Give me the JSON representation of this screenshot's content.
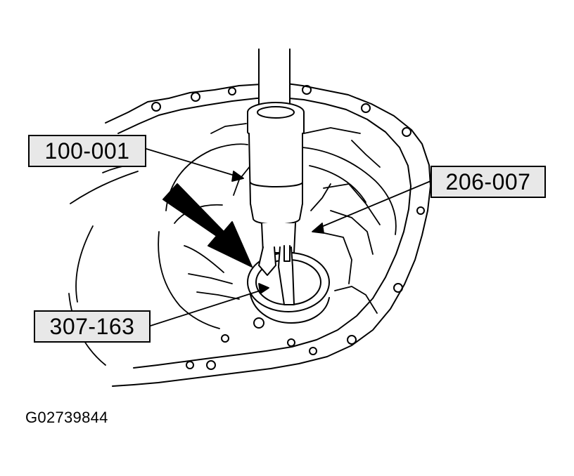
{
  "callouts": {
    "tool_a": "100-001",
    "tool_b": "206-007",
    "tool_c": "307-163"
  },
  "figure_code": "G02739844",
  "colors": {
    "line": "#000000",
    "label_fill": "#e8e8e8",
    "background": "#ffffff"
  }
}
